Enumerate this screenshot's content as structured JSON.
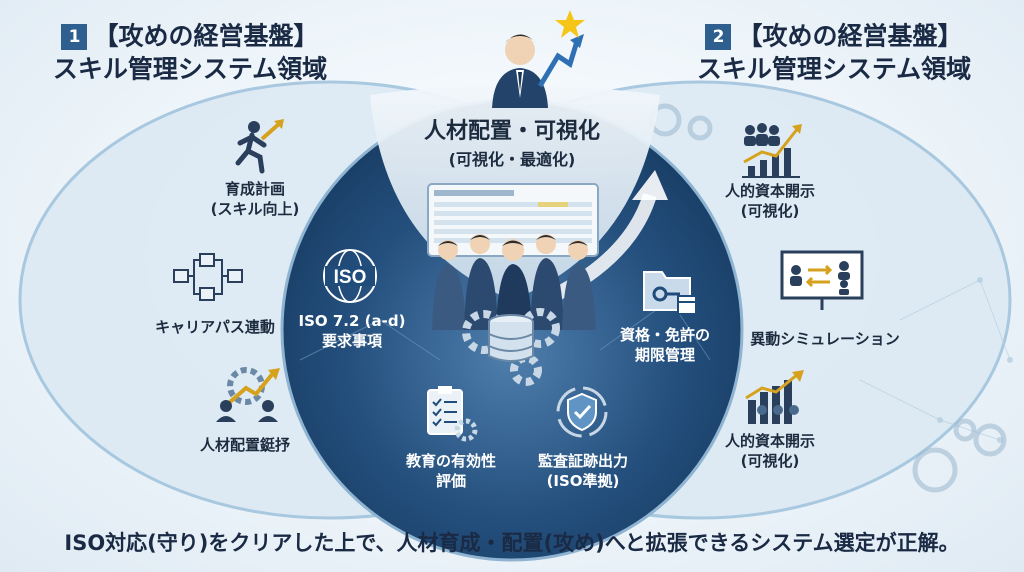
{
  "left_panel": {
    "number": "1",
    "title_line1": "【攻めの経営基盤】",
    "title_line2": "スキル管理システム領域",
    "items": [
      {
        "icon": "running-person-arrow-icon",
        "line1": "育成計画",
        "line2": "(スキル向上)"
      },
      {
        "icon": "flowchart-icon",
        "line1": "キャリアパス連動",
        "line2": ""
      },
      {
        "icon": "people-gear-growth-icon",
        "line1": "人材配置鋌抒",
        "line2": ""
      }
    ]
  },
  "right_panel": {
    "number": "2",
    "title_line1": "【攻めの経営基盤】",
    "title_line2": "スキル管理システム領域",
    "items": [
      {
        "icon": "people-growth-chart-icon",
        "line1": "人的資本開示",
        "line2": "(可視化)"
      },
      {
        "icon": "presentation-board-icon",
        "line1": "異動シミュレーション",
        "line2": ""
      },
      {
        "icon": "bar-chart-people-icon",
        "line1": "人的資本開示",
        "line2": "(可視化)"
      }
    ]
  },
  "center": {
    "title": "人材配置・可視化",
    "subtitle": "(可視化・最適化)",
    "items": [
      {
        "icon": "iso-globe-icon",
        "line1": "ISO 7.2 (a-d)",
        "line2": "要求事項"
      },
      {
        "icon": "folder-key-calendar-icon",
        "line1": "資格・免許の",
        "line2": "期限管理"
      },
      {
        "icon": "checklist-gear-icon",
        "line1": "教育の有効性",
        "line2": "評価"
      },
      {
        "icon": "shield-check-icon",
        "line1": "監査証跡出力",
        "line2": "(ISO準拠)"
      }
    ],
    "iso_badge": "ISO"
  },
  "footer": "ISO対応(守り)をクリアした上で、人材育成・配置(攻め)へと拡張できるシステム選定が正解。",
  "colors": {
    "outer_ring": "#a9cbe2",
    "outer_fill": "#dbe9f3",
    "inner_circle": "#1f4c7a",
    "heading_badge": "#2f5f8f",
    "text_dark": "#1d2b3f"
  }
}
